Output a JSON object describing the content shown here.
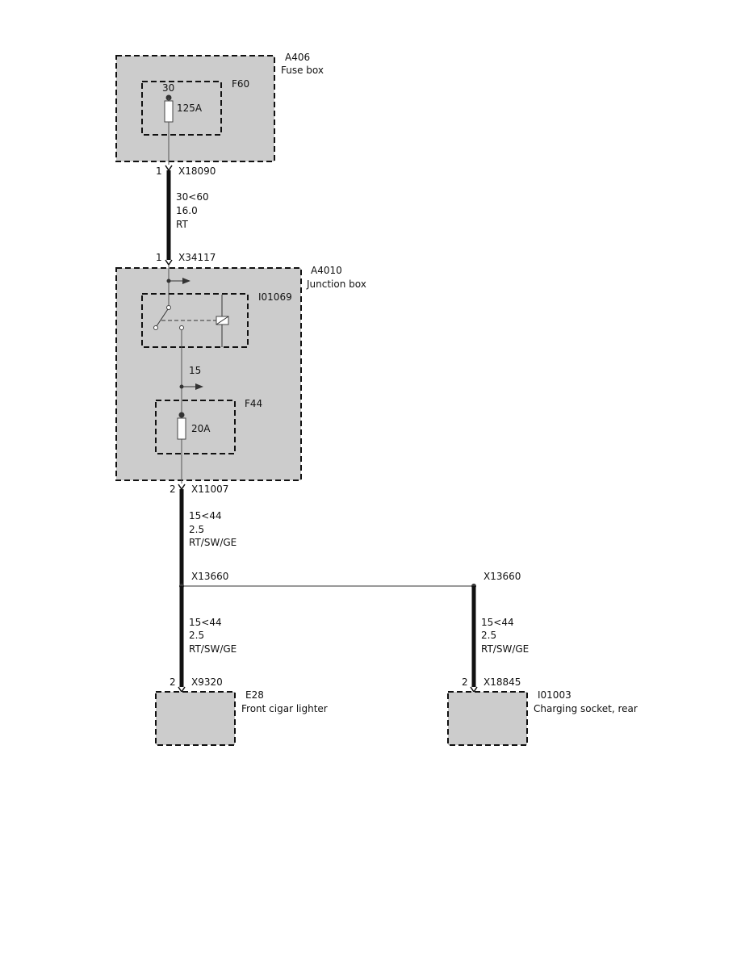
{
  "components": {
    "fuse_box": {
      "id": "A406",
      "name": "Fuse box"
    },
    "fuse_f60": {
      "id": "F60",
      "terminal": "30",
      "rating": "125A"
    },
    "junction_box": {
      "id": "A4010",
      "name": "Junction box"
    },
    "relay": {
      "id": "I01069"
    },
    "fuse_f44": {
      "id": "F44",
      "rating": "20A"
    },
    "cigar_lighter": {
      "id": "E28",
      "name": "Front cigar lighter"
    },
    "charging_socket": {
      "id": "I01003",
      "name": "Charging socket, rear"
    }
  },
  "connectors": {
    "c1": {
      "id": "X18090",
      "pin": "1"
    },
    "c2": {
      "id": "X34117",
      "pin": "1"
    },
    "c3": {
      "id": "X11007",
      "pin": "2"
    },
    "splice_left": {
      "id": "X13660"
    },
    "splice_right": {
      "id": "X13660"
    },
    "c5": {
      "id": "X9320",
      "pin": "2"
    },
    "c6": {
      "id": "X18845",
      "pin": "2"
    }
  },
  "relay_output_terminal": "15",
  "wires": {
    "w1": {
      "signal": "30<60",
      "cross_section": "16.0",
      "color": "RT"
    },
    "w2": {
      "signal": "15<44",
      "cross_section": "2.5",
      "color": "RT/SW/GE"
    },
    "w3": {
      "signal": "15<44",
      "cross_section": "2.5",
      "color": "RT/SW/GE"
    },
    "w4": {
      "signal": "15<44",
      "cross_section": "2.5",
      "color": "RT/SW/GE"
    }
  }
}
